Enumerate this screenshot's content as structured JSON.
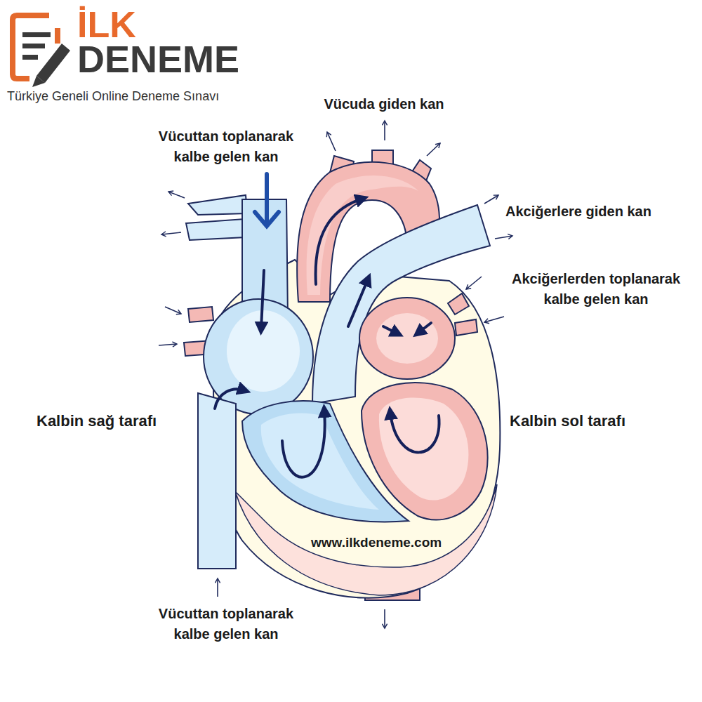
{
  "diagram": {
    "labels": [
      "İLK",
      "DENEME",
      "Türkiye Geneli Online Deneme Sınavı",
      "Vücuda giden kan",
      "Vücuttan toplanarak kalbe gelen kan",
      "Akciğerlere giden kan",
      "Akciğerlerden toplanarak kalbe gelen kan",
      "Kalbin sağ tarafı",
      "Kalbin sol tarafı",
      "www.ilkdeneme.com",
      "Vücuttan toplanarak kalbe gelen kan"
    ]
  }
}
